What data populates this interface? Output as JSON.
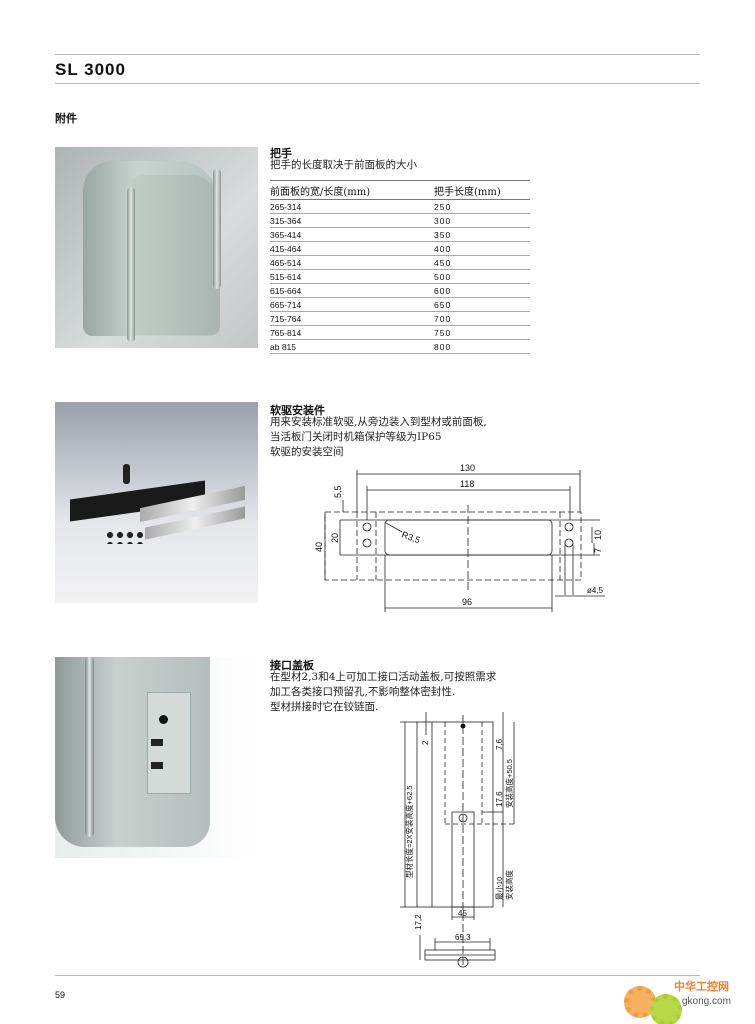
{
  "header": {
    "title": "SL 3000"
  },
  "section_label": "附件",
  "handle": {
    "title": "把手",
    "desc": "把手的长度取决于前面板的大小",
    "columns": [
      "前面板的宽/长度(mm)",
      "把手长度(mm)"
    ],
    "rows": [
      [
        "265-314",
        "250"
      ],
      [
        "315-364",
        "300"
      ],
      [
        "365-414",
        "350"
      ],
      [
        "415-464",
        "400"
      ],
      [
        "465-514",
        "450"
      ],
      [
        "515-614",
        "500"
      ],
      [
        "615-664",
        "600"
      ],
      [
        "665-714",
        "650"
      ],
      [
        "715-764",
        "700"
      ],
      [
        "765-814",
        "750"
      ],
      [
        "ab 815",
        "800"
      ]
    ]
  },
  "drive": {
    "title": "软驱安装件",
    "lines": [
      "用来安装标准软驱,从旁边装入到型材或前面板,",
      "当活板门关闭时机箱保护等级为IP65",
      "软驱的安装空间"
    ],
    "dims": {
      "d130": "130",
      "d118": "118",
      "d5_5": "5,5",
      "d40": "40",
      "d20": "20",
      "r3_5": "R3,5",
      "d10": "10",
      "d7": "7",
      "d4_5": "ø4,5",
      "d96": "96"
    }
  },
  "cover": {
    "title": "接口盖板",
    "lines": [
      "在型材2,3和4上可加工接口活动盖板,可按照需求",
      "加工各类接口预留孔,不影响整体密封性.",
      "型材拼接时它在铰链面."
    ],
    "dims": {
      "d2": "2",
      "d7_6": "7,6",
      "h50_5": "安装高度+50.5",
      "d17_6": "17,6",
      "len": "型材长度=2X安装高度+62.5",
      "min10": "最小10",
      "inst": "安装高度",
      "d45": "45",
      "d17_2": "17,2",
      "d65_3": "65,3"
    }
  },
  "footer": {
    "page_number": "59",
    "logo_cn": "中华工控网",
    "logo_en": "gkong.com"
  }
}
